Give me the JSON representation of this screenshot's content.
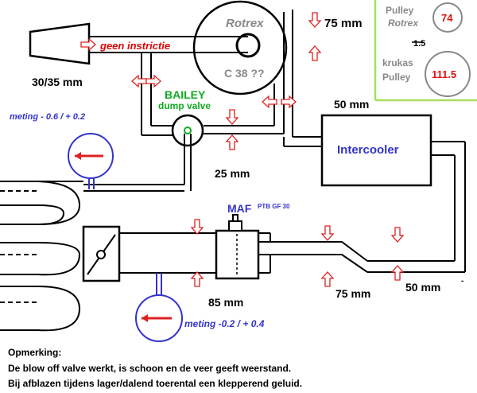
{
  "labels": {
    "rotrex": "Rotrex",
    "c38": "C 38 ??",
    "geen_instrictie": "geen instrictie",
    "intake_size": "30/35 mm",
    "bailey": "BAILEY",
    "dump_valve": "dump valve",
    "meting_top": "meting - 0.6 / + 0.2",
    "meting_bottom": "meting -0.2 / + 0.4",
    "intercooler": "Intercooler",
    "maf": "MAF",
    "maf_note": "PTB GF 30",
    "mm_75_top": "75 mm",
    "mm_50_mid": "50 mm",
    "mm_25": "25 mm",
    "mm_85": "85 mm",
    "mm_75_bottom": "75 mm",
    "mm_50_bottom": "50 mm",
    "dash": "-"
  },
  "pulley_box": {
    "pulley_rotrex_line1": "Pulley",
    "pulley_rotrex_line2": "Rotrex",
    "pulley_rotrex_value": "74",
    "ratio": "1.5",
    "krukas_line1": "krukas",
    "krukas_line2": "Pulley",
    "krukas_value": "111.5"
  },
  "note": {
    "title": "Opmerking:",
    "line1": "De blow off valve werkt, is schoon en de veer geeft weerstand.",
    "line2": "Bij afblazen tijdens lager/dalend toerental een klepperend geluid."
  },
  "colors": {
    "line": "#000000",
    "arrow": "#e02020",
    "label_red": "#e00000",
    "label_blue": "#3333cc",
    "label_green": "#11aa22",
    "grey_text": "#888888",
    "box_green": "#a6e05a",
    "value_red": "#dd1111"
  }
}
